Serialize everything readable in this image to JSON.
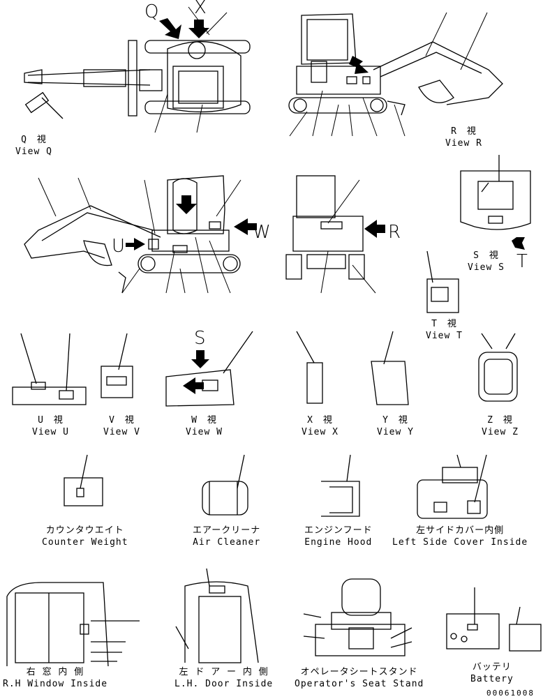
{
  "views": {
    "q": {
      "jp": "Q　視",
      "en": "View Q"
    },
    "r": {
      "jp": "R　視",
      "en": "View R"
    },
    "s": {
      "jp": "S　視",
      "en": "View S"
    },
    "t": {
      "jp": "T　視",
      "en": "View T"
    },
    "u": {
      "jp": "U　視",
      "en": "View U"
    },
    "v": {
      "jp": "V　視",
      "en": "View V"
    },
    "w": {
      "jp": "W　視",
      "en": "View W"
    },
    "x": {
      "jp": "X　視",
      "en": "View X"
    },
    "y": {
      "jp": "Y　視",
      "en": "View Y"
    },
    "z": {
      "jp": "Z　視",
      "en": "View Z"
    }
  },
  "parts": {
    "counterweight": {
      "jp": "カウンタウエイト",
      "en": "Counter Weight"
    },
    "air_cleaner": {
      "jp": "エアークリーナ",
      "en": "Air Cleaner"
    },
    "engine_hood": {
      "jp": "エンジンフード",
      "en": "Engine Hood"
    },
    "left_side_cover": {
      "jp": "左サイドカバー内側",
      "en": "Left Side Cover Inside"
    },
    "rh_window": {
      "jp": "右 窓 内 側",
      "en": "R.H  Window Inside"
    },
    "lh_door": {
      "jp": "左 ド ア ー 内 側",
      "en": "L.H. Door Inside"
    },
    "seat_stand": {
      "jp": "オペレータシートスタンド",
      "en": "Operator's Seat Stand"
    },
    "battery": {
      "jp": "バッテリ",
      "en": "Battery"
    }
  },
  "arrow_letters": {
    "q": "Q",
    "x": "X",
    "w": "W",
    "r": "R",
    "t": "T",
    "u": "U",
    "s": "S"
  },
  "doc_number": "00061008"
}
